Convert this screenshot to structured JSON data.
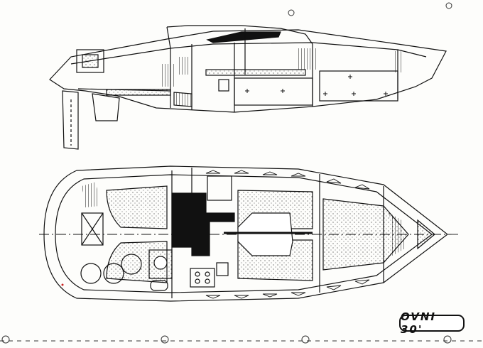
{
  "drawing": {
    "model_label": "OVNI 30'",
    "views": [
      "profile-section",
      "deck-plan"
    ],
    "colors": {
      "ink": "#111111",
      "paper": "#fdfdfb",
      "red_mark": "#cc2222"
    }
  }
}
